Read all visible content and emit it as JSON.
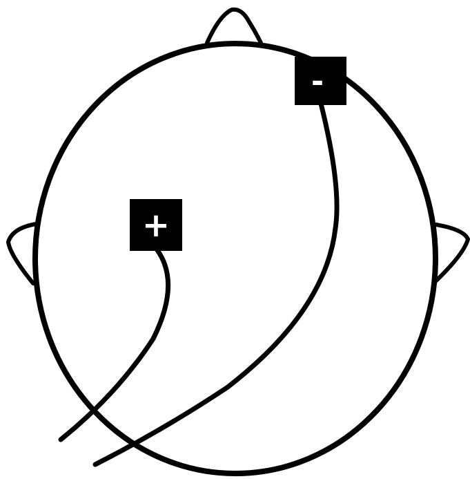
{
  "diagram": {
    "stroke_color": "#000000",
    "background_color": "#ffffff",
    "electrodes": [
      {
        "id": "anode",
        "label": "+",
        "polarity": "positive"
      },
      {
        "id": "cathode",
        "label": "-",
        "polarity": "negative"
      }
    ]
  }
}
